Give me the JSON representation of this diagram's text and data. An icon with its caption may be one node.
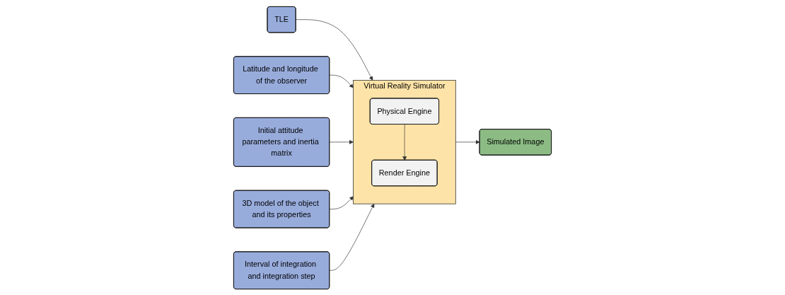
{
  "diagram": {
    "nodes": [
      {
        "text": [
          "Virtual Reality Simulator"
        ]
      },
      {
        "text": [
          "Physical Engine"
        ],
        "in": 0
      },
      {
        "text": [
          "Render Engine"
        ],
        "in": 0
      },
      {
        "text": [
          "TLE"
        ]
      },
      {
        "text": [
          "Latitude and longitude of the observer"
        ]
      },
      {
        "text": [
          "Initial attitude parameters and inertia matrix"
        ]
      },
      {
        "text": [
          "3D model of the object and its properties"
        ]
      },
      {
        "text": [
          "Interval of integration and integration step"
        ]
      },
      {
        "text": [
          "Simulated Image"
        ]
      }
    ],
    "edges": [
      {
        "from": 3,
        "to": 0,
        "arrow": "to"
      },
      {
        "from": 4,
        "to": 0,
        "arrow": "to"
      },
      {
        "from": 5,
        "to": 0,
        "arrow": "to"
      },
      {
        "from": 6,
        "to": 0,
        "arrow": "to"
      },
      {
        "from": 7,
        "to": 0,
        "arrow": "to"
      },
      {
        "from": 1,
        "to": 2,
        "arrow": "to"
      },
      {
        "from": 0,
        "to": 8,
        "arrow": "to"
      }
    ]
  }
}
